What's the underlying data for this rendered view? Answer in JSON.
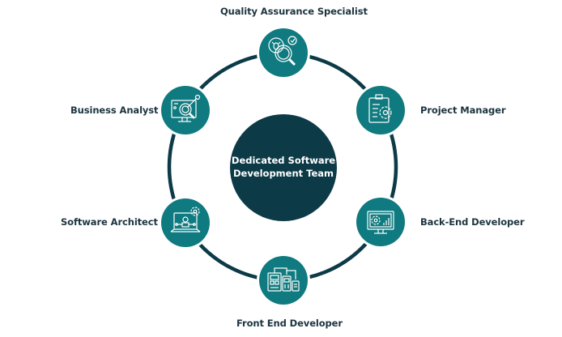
{
  "colors": {
    "ring": "#0c3a47",
    "center": "#0c3a47",
    "node": "#0f7a7f",
    "icon_stroke": "#ffffff",
    "label_text": "#1c3440"
  },
  "center": {
    "title_line1": "Dedicated Software",
    "title_line2": "Development Team"
  },
  "roles": [
    {
      "label": "Quality Assurance Specialist",
      "icon": "bug-magnifier-icon"
    },
    {
      "label": "Project Manager",
      "icon": "clipboard-gear-icon"
    },
    {
      "label": "Back-End Developer",
      "icon": "monitor-gear-chart-icon"
    },
    {
      "label": "Front End Developer",
      "icon": "responsive-devices-icon"
    },
    {
      "label": "Software Architect",
      "icon": "laptop-architecture-icon"
    },
    {
      "label": "Business Analyst",
      "icon": "monitor-analytics-icon"
    }
  ]
}
